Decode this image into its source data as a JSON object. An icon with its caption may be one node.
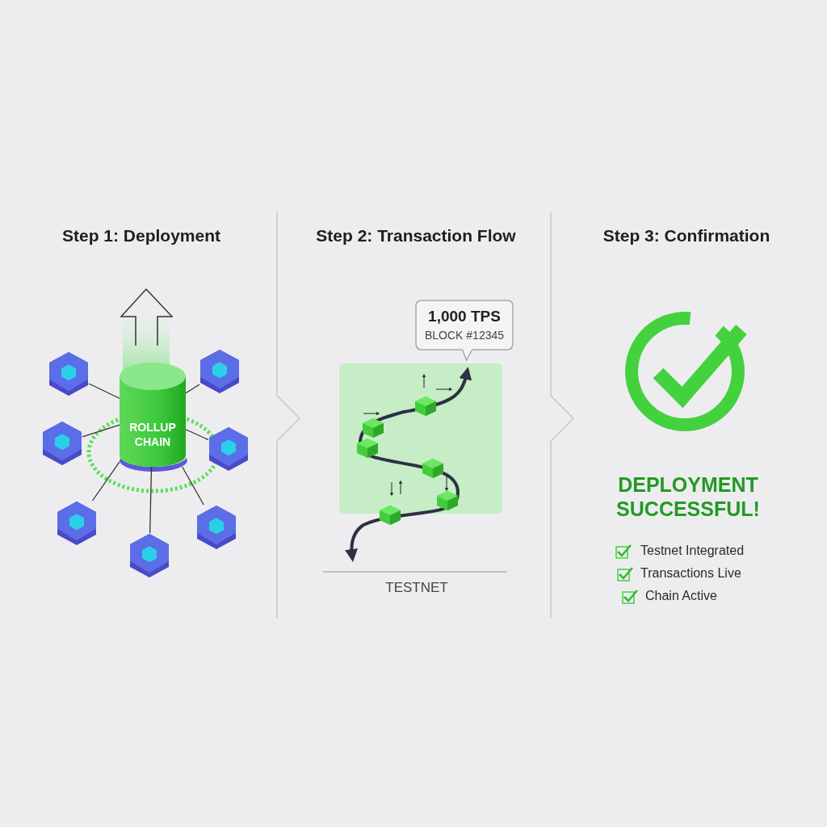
{
  "diagram": {
    "nodes": [
      {
        "text": [
          "ROLLUP CHAIN"
        ]
      },
      {
        "text": [],
        "shape": "hexagon"
      },
      {
        "text": [],
        "shape": "hexagon"
      },
      {
        "text": [],
        "shape": "hexagon"
      },
      {
        "text": [],
        "shape": "hexagon"
      },
      {
        "text": [],
        "shape": "hexagon"
      },
      {
        "text": [],
        "shape": "hexagon"
      },
      {
        "text": [],
        "shape": "hexagon"
      },
      {
        "text": [
          "1,000 TPS",
          "BLOCK #12345"
        ]
      }
    ],
    "edges": [
      {
        "from": 0,
        "to": 1,
        "arrow": "none"
      },
      {
        "from": 0,
        "to": 2,
        "arrow": "none"
      },
      {
        "from": 0,
        "to": 3,
        "arrow": "none"
      },
      {
        "from": 0,
        "to": 4,
        "arrow": "none"
      },
      {
        "from": 0,
        "to": 5,
        "arrow": "none"
      },
      {
        "from": 0,
        "to": 6,
        "arrow": "none"
      },
      {
        "from": 0,
        "to": 7,
        "arrow": "none"
      }
    ],
    "labels": [
      "Step 1: Deployment",
      "Step 2: Transaction Flow",
      "Step 3: Confirmation",
      "TESTNET",
      "DEPLOYMENT SUCCESSFUL!",
      "Testnet Integrated",
      "Transactions Live",
      "Chain Active"
    ]
  }
}
